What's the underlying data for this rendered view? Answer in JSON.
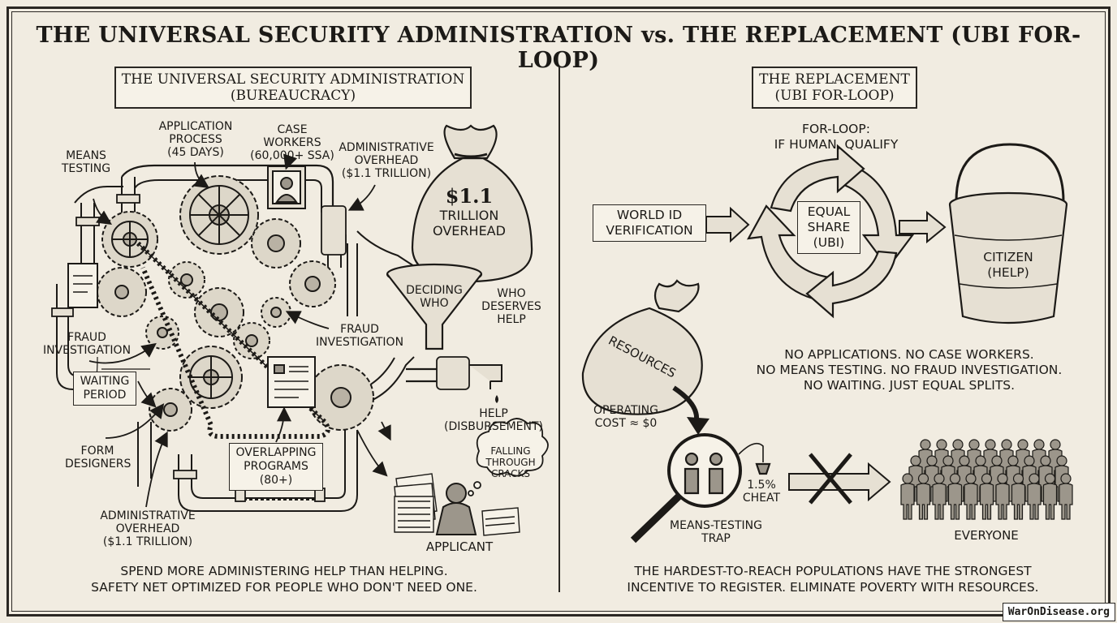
{
  "title": "THE UNIVERSAL SECURITY ADMINISTRATION vs. THE REPLACEMENT (UBI FOR-LOOP)",
  "left": {
    "heading": "THE UNIVERSAL SECURITY ADMINISTRATION",
    "subheading": "(BUREAUCRACY)",
    "labels": {
      "application_process": [
        "APPLICATION",
        "PROCESS",
        "(45 DAYS)"
      ],
      "case_workers": [
        "CASE",
        "WORKERS",
        "(60,000+ SSA)"
      ],
      "admin_overhead_top": [
        "ADMINISTRATIVE",
        "OVERHEAD",
        "($1.1 TRILLION)"
      ],
      "means_testing": [
        "MEANS",
        "TESTING"
      ],
      "fraud_investigation_left": [
        "FRAUD",
        "INVESTIGATION"
      ],
      "fraud_investigation_mid": [
        "FRAUD",
        "INVESTIGATION"
      ],
      "waiting_period": [
        "WAITING",
        "PERIOD"
      ],
      "form_designers": [
        "FORM",
        "DESIGNERS"
      ],
      "overlapping_programs": [
        "OVERLAPPING",
        "PROGRAMS",
        "(80+)"
      ],
      "admin_overhead_bottom": [
        "ADMINISTRATIVE",
        "OVERHEAD",
        "($1.1 TRILLION)"
      ],
      "money_bag": [
        "$1.1",
        "TRILLION",
        "OVERHEAD"
      ],
      "funnel": [
        "DECIDING",
        "WHO"
      ],
      "who_deserves": [
        "WHO",
        "DESERVES",
        "HELP"
      ],
      "help": [
        "HELP",
        "(DISBURSEMENT)"
      ],
      "falling": [
        "FALLING",
        "THROUGH",
        "CRACKS"
      ],
      "applicant": "APPLICANT"
    },
    "bottom_note": [
      "SPEND MORE ADMINISTERING HELP THAN HELPING.",
      "SAFETY NET OPTIMIZED FOR PEOPLE WHO DON'T NEED ONE."
    ]
  },
  "right": {
    "heading": "THE REPLACEMENT",
    "subheading": "(UBI FOR-LOOP)",
    "labels": {
      "for_loop": [
        "FOR-LOOP:",
        "IF HUMAN, QUALIFY"
      ],
      "world_id": [
        "WORLD ID",
        "VERIFICATION"
      ],
      "equal_share": [
        "EQUAL",
        "SHARE",
        "(UBI)"
      ],
      "citizen": [
        "CITIZEN",
        "(HELP)"
      ],
      "resources": "RESOURCES",
      "operating_cost": [
        "OPERATING",
        "COST ≈ $0"
      ],
      "cheat": [
        "1.5%",
        "CHEAT"
      ],
      "means_testing_trap": [
        "MEANS-TESTING",
        "TRAP"
      ],
      "everyone": "EVERYONE"
    },
    "no_list": [
      "NO APPLICATIONS. NO CASE WORKERS.",
      "NO MEANS TESTING. NO FRAUD INVESTIGATION.",
      "NO WAITING. JUST EQUAL SPLITS."
    ],
    "bottom_note": [
      "THE HARDEST-TO-REACH POPULATIONS HAVE THE STRONGEST",
      "INCENTIVE TO REGISTER. ELIMINATE POVERTY WITH RESOURCES."
    ]
  },
  "watermark": "WarOnDisease.org",
  "colors": {
    "paper": "#f1ece1",
    "ink": "#1c1a17",
    "shade": "#9c968b"
  }
}
